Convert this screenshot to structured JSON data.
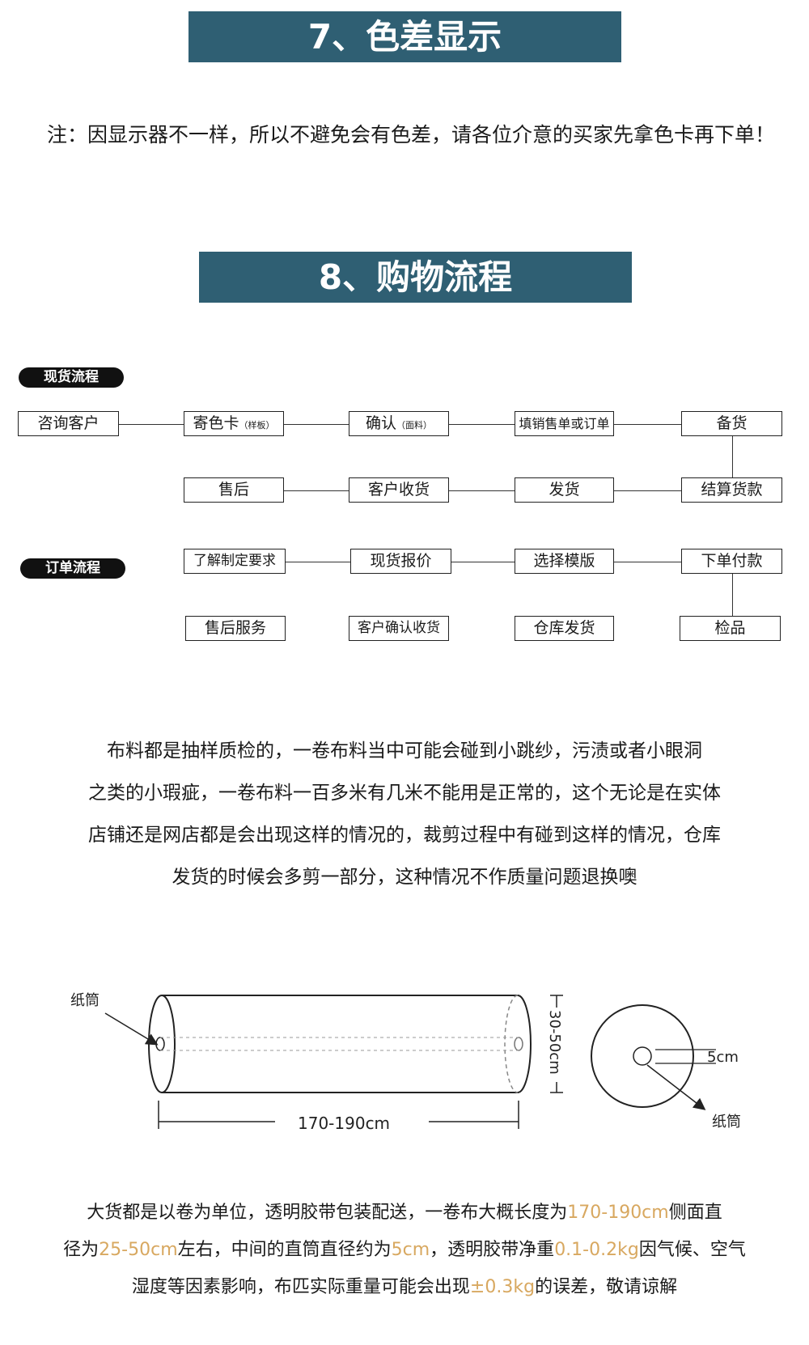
{
  "sections": {
    "color_title": "7、色差显示",
    "color_note": "注：因显示器不一样，所以不避免会有色差，请各位介意的买家先拿色卡再下单！",
    "process_title": "8、购物流程"
  },
  "stock_flow": {
    "label": "现货流程",
    "row1": [
      {
        "text": "咨询客户",
        "sub": ""
      },
      {
        "text": "寄色卡",
        "sub": "（样板）"
      },
      {
        "text": "确认",
        "sub": "（面料）"
      },
      {
        "text": "填销售单或订单",
        "sub": ""
      },
      {
        "text": "备货",
        "sub": ""
      }
    ],
    "row2": [
      "售后",
      "客户收货",
      "发货",
      "结算货款"
    ]
  },
  "order_flow": {
    "label": "订单流程",
    "row1": [
      "了解制定要求",
      "现货报价",
      "选择模版",
      "下单付款"
    ],
    "row2": [
      "售后服务",
      "客户确认收货",
      "仓库发货",
      "检品"
    ]
  },
  "quality_note": {
    "lines": [
      "布料都是抽样质检的，一卷布料当中可能会碰到小跳纱，污渍或者小眼洞",
      "之类的小瑕疵，一卷布料一百多米有几米不能用是正常的，这个无论是在实体",
      "店铺还是网店都是会出现这样的情况的，裁剪过程中有碰到这样的情况，仓库",
      "发货的时候会多剪一部分，这种情况不作质量问题退换噢"
    ]
  },
  "roll_diagram": {
    "tube_label_left": "纸筒",
    "diameter_label": "30-50cm",
    "length_label": "170-190cm",
    "core_label": "5cm",
    "tube_label_right": "纸筒"
  },
  "shipping_note": {
    "line1_a": "大货都是以卷为单位，透明胶带包装配送，一卷布大概长度为",
    "line1_hl": "170-190cm",
    "line1_b": "侧面直",
    "line2_a": "径为",
    "line2_hl1": "25-50cm",
    "line2_b": "左右，中间的直筒直径约为",
    "line2_hl2": "5cm",
    "line2_c": "，透明胶带净重",
    "line2_hl3": "0.1-0.2kg",
    "line2_d": "因气候、空气",
    "line3_a": "湿度等因素影响，布匹实际重量可能会出现",
    "line3_hl": "±0.3kg",
    "line3_b": "的误差，敬请谅解"
  },
  "colors": {
    "banner": "#2f5f73",
    "highlight": "#d8a860"
  }
}
